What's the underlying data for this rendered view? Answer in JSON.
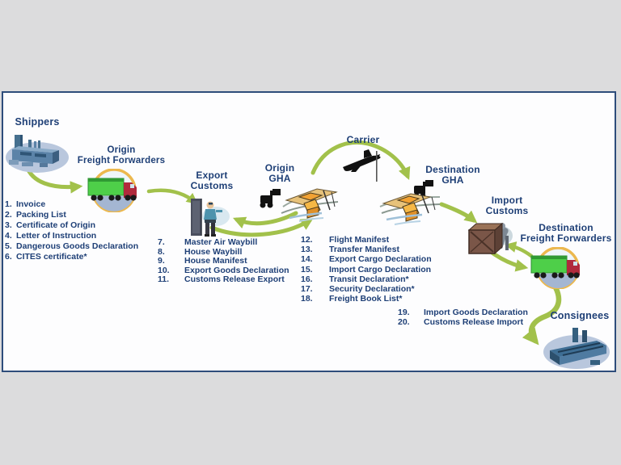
{
  "colors": {
    "background": "#dcdcdd",
    "panel_background": "#fdfdfe",
    "panel_border": "#2e4d7b",
    "text_navy": "#1e3f76",
    "arrow_green": "#a2c14b",
    "truck_trailer_green": "#4ecf49",
    "truck_cab_red": "#b02a3c",
    "cargo_orange": "#f2a233",
    "crate_brown": "#7a5648",
    "factory_steel_blue": "#4f7ba1"
  },
  "nodes": {
    "shippers": {
      "label": "Shippers",
      "icon": "factory-icon"
    },
    "origin_ff": {
      "line1": "Origin",
      "line2": "Freight Forwarders",
      "icon": "truck-icon"
    },
    "export_customs": {
      "line1": "Export",
      "line2": "Customs",
      "icon": "customs-officer-icon"
    },
    "origin_gha": {
      "line1": "Origin",
      "line2": "GHA",
      "icon": "forklift-cargo-icon"
    },
    "carrier": {
      "label": "Carrier",
      "icon": "airplane-icon"
    },
    "destination_gha": {
      "line1": "Destination",
      "line2": "GHA",
      "icon": "forklift-cargo-icon"
    },
    "import_customs": {
      "line1": "Import",
      "line2": "Customs",
      "icon": "crate-icon"
    },
    "destination_ff": {
      "line1": "Destination",
      "line2": "Freight Forwarders",
      "icon": "truck-icon"
    },
    "consignees": {
      "label": "Consignees",
      "icon": "factory-icon"
    }
  },
  "document_lists": {
    "shipper_docs": {
      "items": [
        {
          "num": "1.",
          "text": "Invoice"
        },
        {
          "num": "2.",
          "text": "Packing List"
        },
        {
          "num": "3.",
          "text": "Certificate of Origin"
        },
        {
          "num": "4.",
          "text": "Letter of Instruction"
        },
        {
          "num": "5.",
          "text": "Dangerous Goods Declaration"
        },
        {
          "num": "6.",
          "text": "CITES certificate*"
        }
      ]
    },
    "forwarder_docs": {
      "items": [
        {
          "num": "7.",
          "text": "Master Air Waybill"
        },
        {
          "num": "8.",
          "text": "House Waybill"
        },
        {
          "num": "9.",
          "text": "House Manifest"
        },
        {
          "num": "10.",
          "text": "Export Goods Declaration"
        },
        {
          "num": "11.",
          "text": "Customs Release Export"
        }
      ]
    },
    "gha_docs": {
      "items": [
        {
          "num": "12.",
          "text": "Flight Manifest"
        },
        {
          "num": "13.",
          "text": "Transfer Manifest"
        },
        {
          "num": "14.",
          "text": "Export Cargo Declaration"
        },
        {
          "num": "15.",
          "text": "Import Cargo Declaration"
        },
        {
          "num": "16.",
          "text": "Transit Declaration*"
        },
        {
          "num": "17.",
          "text": "Security Declaration*"
        },
        {
          "num": "18.",
          "text": "Freight Book List*"
        }
      ]
    },
    "import_docs": {
      "items": [
        {
          "num": "19.",
          "text": "Import Goods Declaration"
        },
        {
          "num": "20.",
          "text": "Customs Release Import"
        }
      ]
    }
  }
}
